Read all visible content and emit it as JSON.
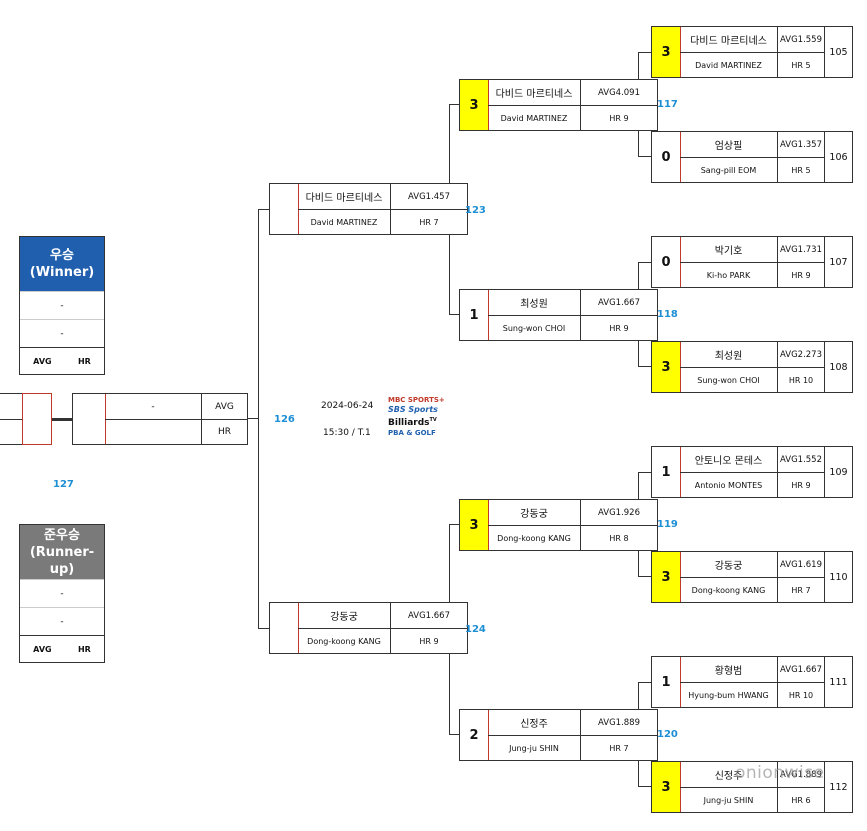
{
  "winner": {
    "title_ko": "우승",
    "title_en": "(Winner)",
    "row1": "-",
    "row2": "-",
    "avg_label": "AVG",
    "hr_label": "HR"
  },
  "runnerup": {
    "title_ko": "준우승",
    "title_en": "(Runner-up)",
    "row1": "-",
    "row2": "-",
    "avg_label": "AVG",
    "hr_label": "HR"
  },
  "final": {
    "name": "-",
    "avg": "AVG",
    "hr": "HR",
    "match_no": "126",
    "match_no_third": "127"
  },
  "schedule": {
    "date": "2024-06-24",
    "time": "15:30 / T.1"
  },
  "logos": {
    "l1": "MBC SPORTS+",
    "l2": "SBS Sports",
    "l3": "Billiards",
    "l3_sup": "TV",
    "l4": "PBA & GOLF"
  },
  "watermark": "onionwise",
  "semis": [
    {
      "score": "",
      "win": false,
      "kname": "다비드 마르티네스",
      "ename": "David MARTINEZ",
      "avg": "AVG1.457",
      "hr": "HR 7",
      "match_no": "123"
    },
    {
      "score": "",
      "win": false,
      "kname": "강동궁",
      "ename": "Dong-koong KANG",
      "avg": "AVG1.667",
      "hr": "HR 9",
      "match_no": "124"
    }
  ],
  "quarters": [
    {
      "score": "3",
      "win": true,
      "kname": "다비드 마르티네스",
      "ename": "David MARTINEZ",
      "avg": "AVG4.091",
      "hr": "HR 9",
      "match_no": "117"
    },
    {
      "score": "1",
      "win": false,
      "kname": "최성원",
      "ename": "Sung-won CHOI",
      "avg": "AVG1.667",
      "hr": "HR 9",
      "match_no": "118"
    },
    {
      "score": "3",
      "win": true,
      "kname": "강동궁",
      "ename": "Dong-koong KANG",
      "avg": "AVG1.926",
      "hr": "HR 8",
      "match_no": "119"
    },
    {
      "score": "2",
      "win": false,
      "kname": "신정주",
      "ename": "Jung-ju SHIN",
      "avg": "AVG1.889",
      "hr": "HR 7",
      "match_no": "120"
    }
  ],
  "r16": [
    {
      "score": "3",
      "win": true,
      "kname": "다비드 마르티네스",
      "ename": "David MARTINEZ",
      "avg": "AVG1.559",
      "hr": "HR 5",
      "match_no": "105"
    },
    {
      "score": "0",
      "win": false,
      "kname": "엄상필",
      "ename": "Sang-pill EOM",
      "avg": "AVG1.357",
      "hr": "HR 5",
      "match_no": "106"
    },
    {
      "score": "0",
      "win": false,
      "kname": "박기호",
      "ename": "Ki-ho PARK",
      "avg": "AVG1.731",
      "hr": "HR 9",
      "match_no": "107"
    },
    {
      "score": "3",
      "win": true,
      "kname": "최성원",
      "ename": "Sung-won CHOI",
      "avg": "AVG2.273",
      "hr": "HR 10",
      "match_no": "108"
    },
    {
      "score": "1",
      "win": false,
      "kname": "안토니오 몬테스",
      "ename": "Antonio MONTES",
      "avg": "AVG1.552",
      "hr": "HR 9",
      "match_no": "109"
    },
    {
      "score": "3",
      "win": true,
      "kname": "강동궁",
      "ename": "Dong-koong KANG",
      "avg": "AVG1.619",
      "hr": "HR 7",
      "match_no": "110"
    },
    {
      "score": "1",
      "win": false,
      "kname": "황형범",
      "ename": "Hyung-bum HWANG",
      "avg": "AVG1.667",
      "hr": "HR 10",
      "match_no": "111"
    },
    {
      "score": "3",
      "win": true,
      "kname": "신정주",
      "ename": "Jung-ju SHIN",
      "avg": "AVG1.889",
      "hr": "HR 6",
      "match_no": "112"
    }
  ]
}
